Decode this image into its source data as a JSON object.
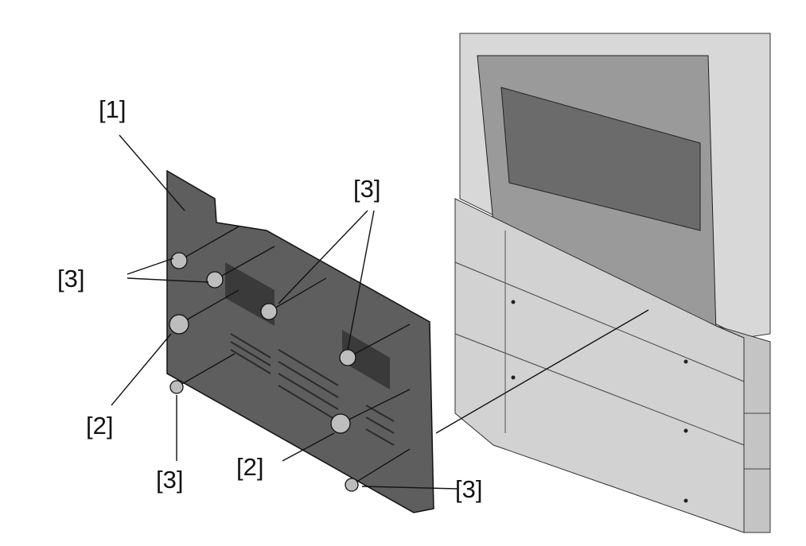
{
  "diagram": {
    "callouts": [
      {
        "id": "1",
        "text": "[1]",
        "meaning": "panel"
      },
      {
        "id": "3a",
        "text": "[3]"
      },
      {
        "id": "3b",
        "text": "[3]"
      },
      {
        "id": "2a",
        "text": "[2]"
      },
      {
        "id": "3c",
        "text": "[3]"
      },
      {
        "id": "2b",
        "text": "[2]"
      },
      {
        "id": "3d",
        "text": "[3]"
      }
    ],
    "colors": {
      "panel": "#5a5a5a",
      "machine": "#cfcfcf",
      "line": "#111111"
    }
  }
}
